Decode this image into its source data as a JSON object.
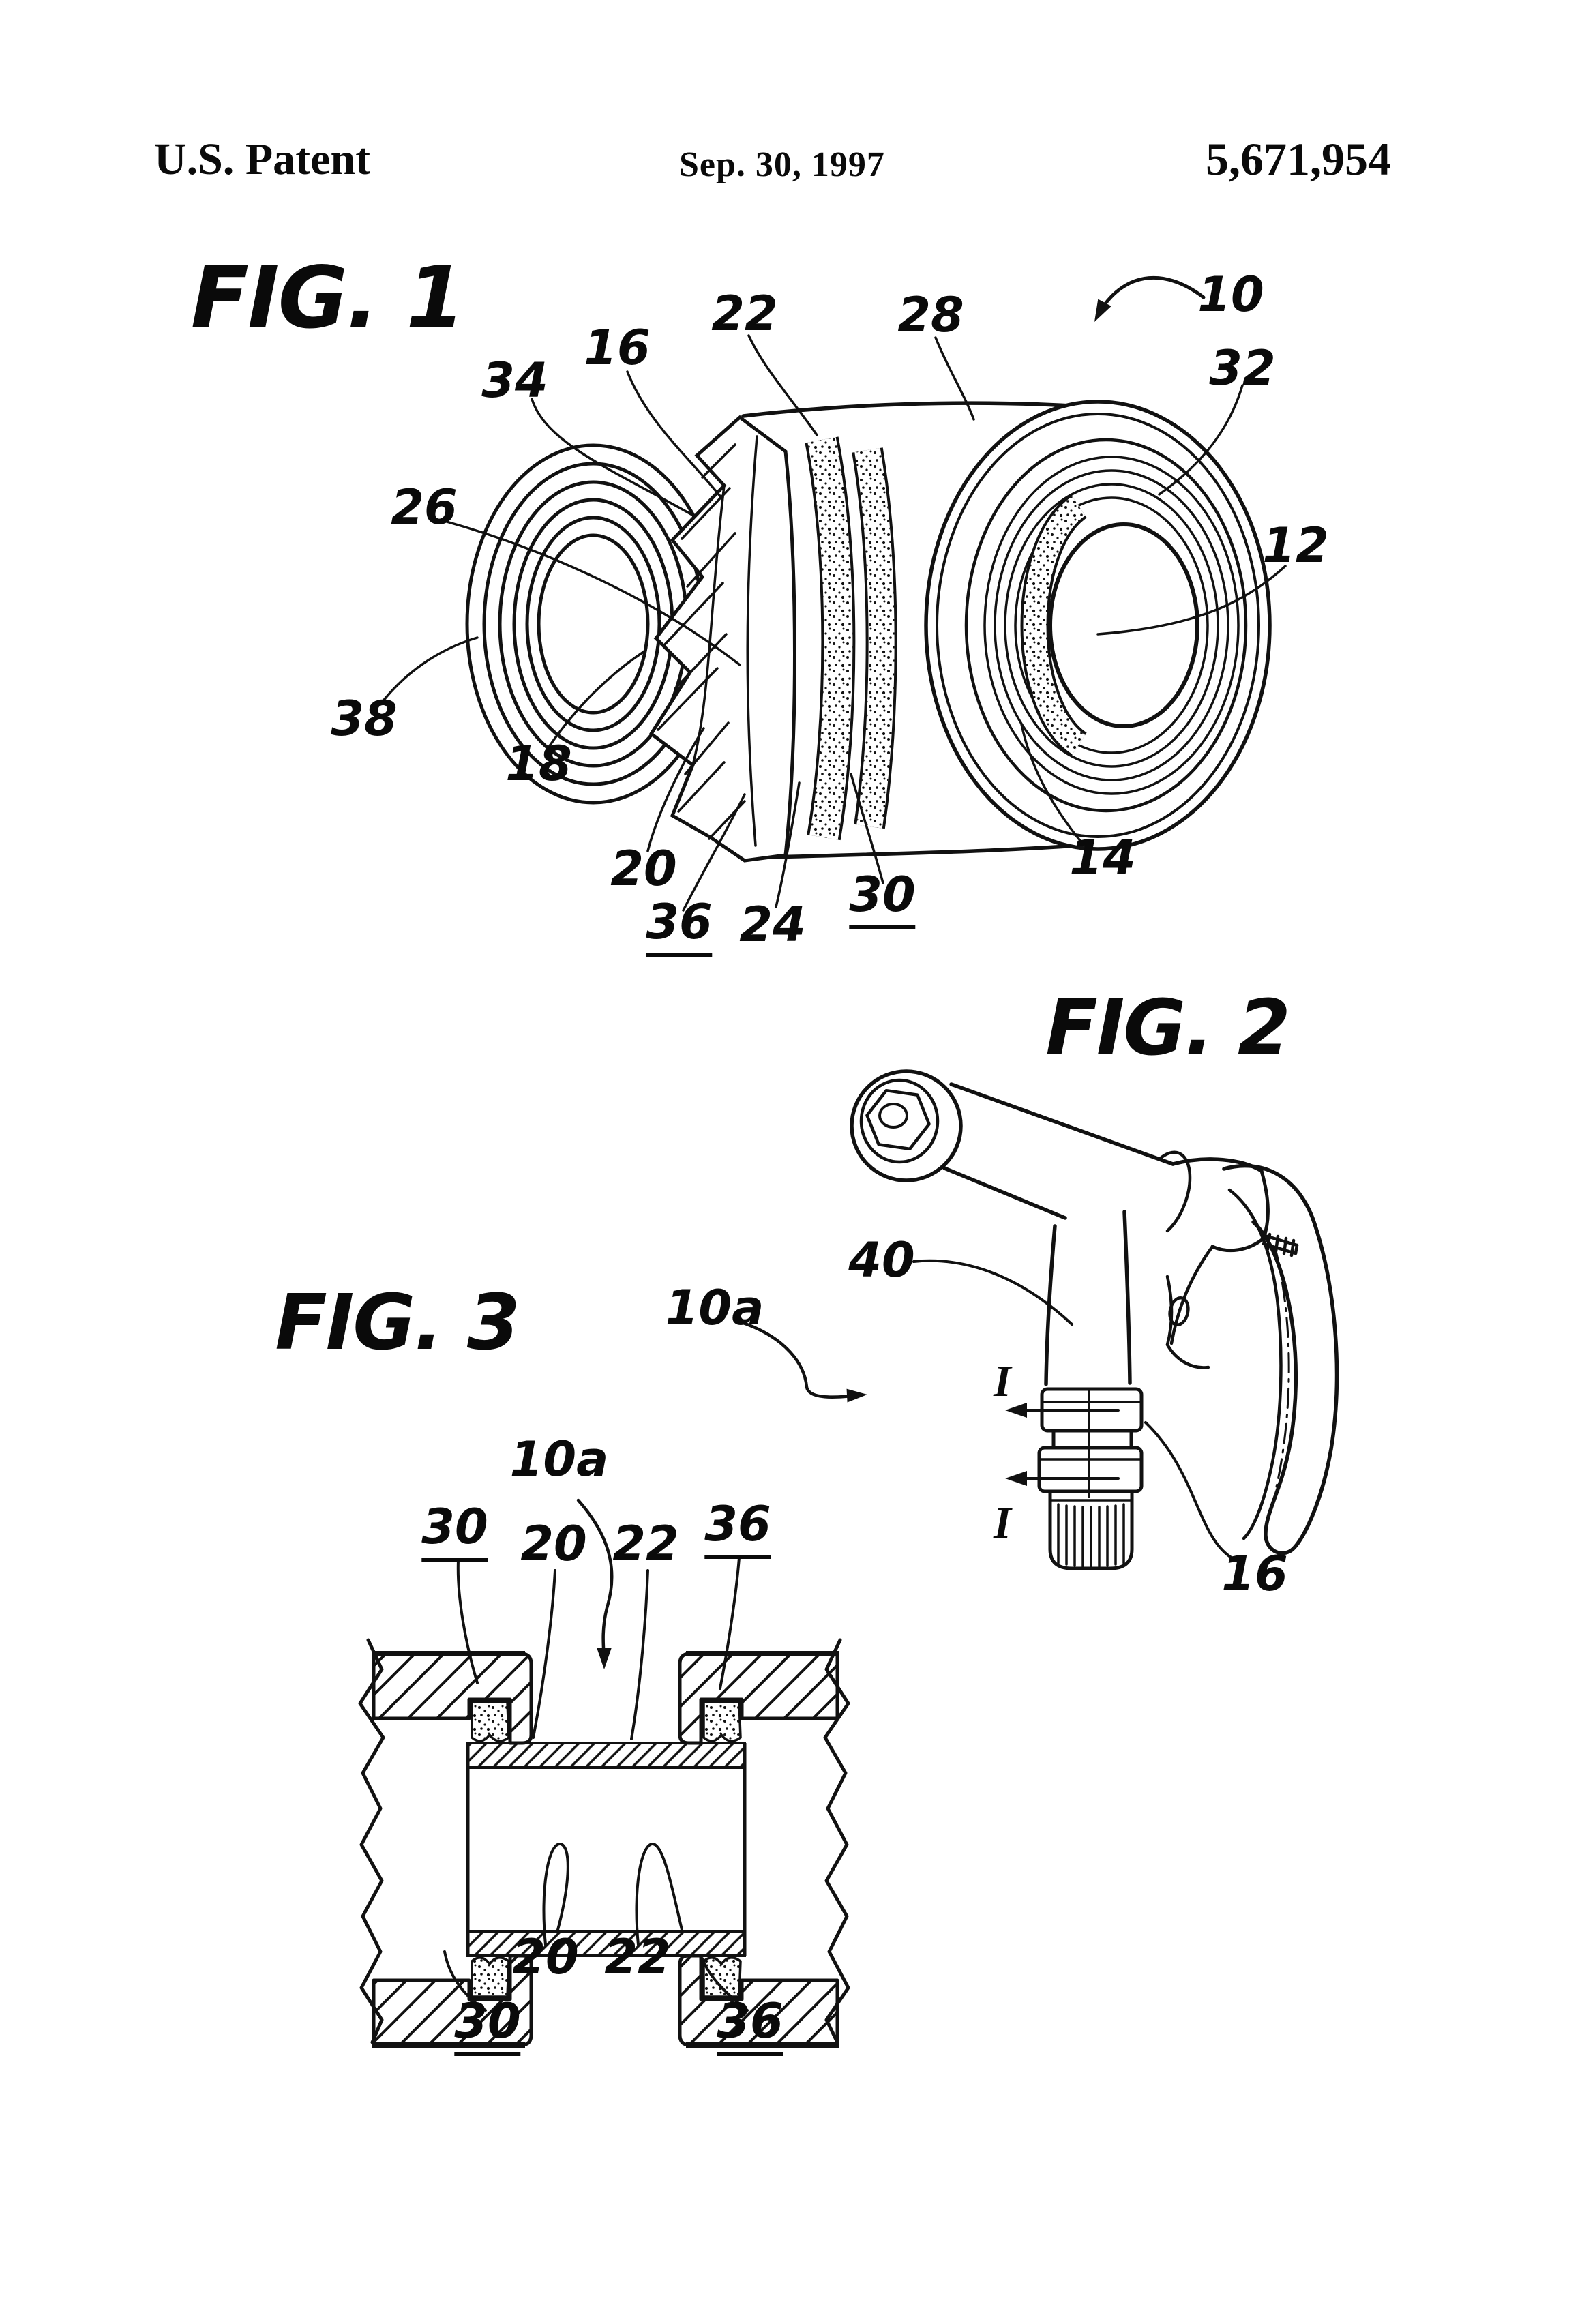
{
  "header": {
    "title_left": "U.S. Patent",
    "date": "Sep. 30, 1997",
    "patent_number": "5,671,954"
  },
  "fig1": {
    "title": "FIG. 1",
    "labels": [
      {
        "text": "10",
        "underline": false
      },
      {
        "text": "34",
        "underline": false
      },
      {
        "text": "16",
        "underline": false
      },
      {
        "text": "22",
        "underline": false
      },
      {
        "text": "28",
        "underline": false
      },
      {
        "text": "32",
        "underline": false
      },
      {
        "text": "26",
        "underline": false
      },
      {
        "text": "12",
        "underline": false
      },
      {
        "text": "38",
        "underline": false
      },
      {
        "text": "18",
        "underline": false
      },
      {
        "text": "20",
        "underline": false
      },
      {
        "text": "36",
        "underline": true
      },
      {
        "text": "24",
        "underline": false
      },
      {
        "text": "30",
        "underline": true
      },
      {
        "text": "14",
        "underline": false
      }
    ]
  },
  "fig2": {
    "title": "FIG. 2",
    "labels": [
      {
        "text": "40",
        "underline": false
      },
      {
        "text": "10a",
        "underline": false
      },
      {
        "text": "I",
        "underline": false
      },
      {
        "text": "I",
        "underline": false
      },
      {
        "text": "16",
        "underline": false
      }
    ]
  },
  "fig3": {
    "title": "FIG. 3",
    "labels": [
      {
        "text": "10a",
        "underline": false
      },
      {
        "text": "30",
        "underline": true
      },
      {
        "text": "20",
        "underline": false
      },
      {
        "text": "22",
        "underline": false
      },
      {
        "text": "36",
        "underline": true
      },
      {
        "text": "20",
        "underline": false
      },
      {
        "text": "22",
        "underline": false
      },
      {
        "text": "30",
        "underline": true
      },
      {
        "text": "36",
        "underline": true
      }
    ]
  }
}
